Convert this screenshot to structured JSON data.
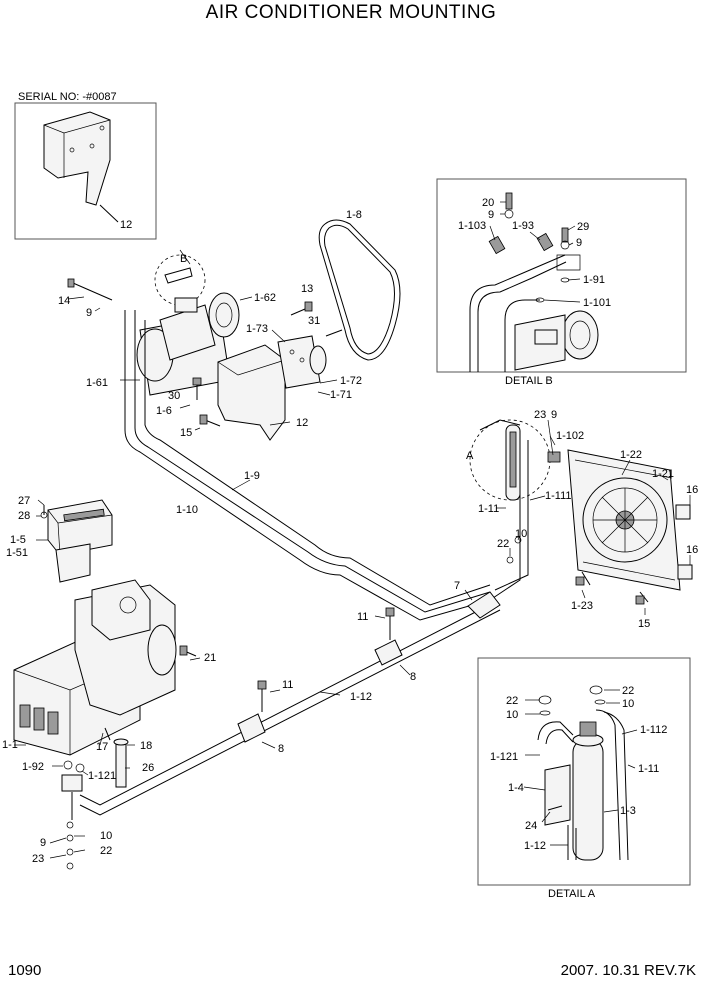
{
  "title": "AIR CONDITIONER MOUNTING",
  "footer": {
    "page_number": "1090",
    "date_rev": "2007. 10.31  REV.7K"
  },
  "inset_serial": {
    "serial_label": "SERIAL NO: -#0087",
    "part_label": "12"
  },
  "detail_b": {
    "caption": "DETAIL B",
    "labels": [
      "20",
      "9",
      "1-103",
      "1-93",
      "29",
      "9",
      "1-91",
      "1-101"
    ]
  },
  "detail_a": {
    "caption": "DETAIL A",
    "labels": [
      "22",
      "10",
      "22",
      "10",
      "1-112",
      "1-121",
      "1-11",
      "1-4",
      "1-3",
      "24",
      "1-12"
    ]
  },
  "main_labels": [
    "1-8",
    "B",
    "1-62",
    "14",
    "9",
    "13",
    "31",
    "1-73",
    "1-61",
    "1-72",
    "1-71",
    "30",
    "1-6",
    "12",
    "15",
    "1-9",
    "1-10",
    "27",
    "28",
    "1-5",
    "1-51",
    "23",
    "9",
    "1-102",
    "A",
    "1-22",
    "1-21",
    "16",
    "1-111",
    "1-11",
    "10",
    "22",
    "16",
    "7",
    "1-23",
    "15",
    "11",
    "8",
    "21",
    "11",
    "1-12",
    "1-1",
    "17",
    "18",
    "8",
    "1-92",
    "1-121",
    "26",
    "9",
    "10",
    "23",
    "22"
  ]
}
